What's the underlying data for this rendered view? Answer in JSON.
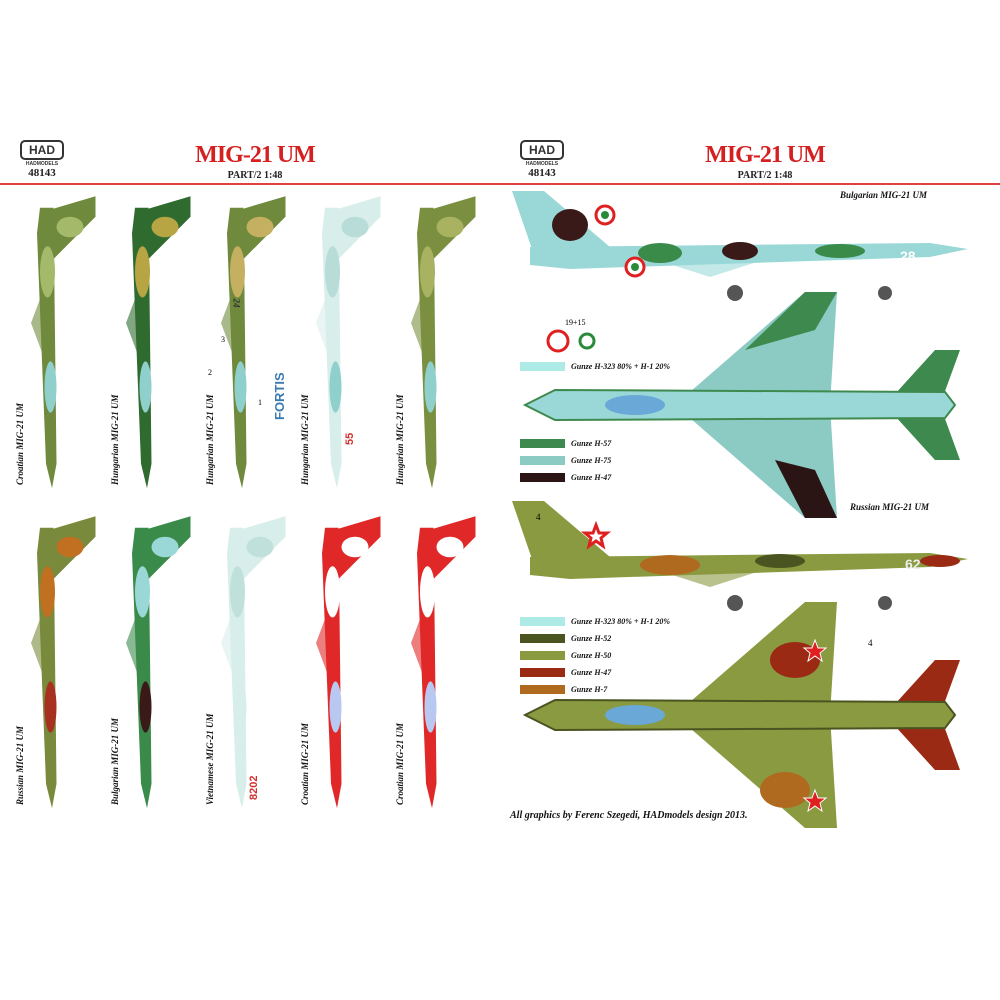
{
  "header": {
    "logo": "HAD",
    "logo_sub": "HADMODELS",
    "code": "48143",
    "title": "MIG-21 UM",
    "subtitle": "PART/2  1:48"
  },
  "left": {
    "top_row": [
      {
        "label": "Croatian MIG-21 UM",
        "colors": [
          "#6f8a3c",
          "#a4b96a",
          "#8fd0cc"
        ]
      },
      {
        "label": "Hungarian MIG-21 UM",
        "colors": [
          "#2f6b2f",
          "#b7a544",
          "#8fd0cc"
        ]
      },
      {
        "label": "Hungarian MIG-21 UM",
        "colors": [
          "#6f8a3c",
          "#c4b060",
          "#8fd0cc"
        ]
      },
      {
        "label": "Hungarian MIG-21 UM",
        "colors": [
          "#d8eeea",
          "#b8dcd8",
          "#8fd0cc"
        ]
      },
      {
        "label": "Hungarian MIG-21 UM",
        "colors": [
          "#7a9040",
          "#a8b260",
          "#8fd0cc"
        ]
      }
    ],
    "bottom_row": [
      {
        "label": "Russian MIG-21 UM",
        "colors": [
          "#7a8a3c",
          "#c07020",
          "#a83020"
        ]
      },
      {
        "label": "Bulgarian MIG-21 UM",
        "colors": [
          "#3a8a4a",
          "#9ad8d8",
          "#3a1a18"
        ]
      },
      {
        "label": "Vietnamese MIG-21 UM",
        "colors": [
          "#d8eeea",
          "#c0e0dc",
          "#d8eeea"
        ]
      },
      {
        "label": "Croatian MIG-21 UM",
        "colors": [
          "#e02828",
          "#ffffff",
          "#b8c8f0"
        ]
      },
      {
        "label": "Croatian MIG-21 UM",
        "colors": [
          "#e02828",
          "#ffffff",
          "#b8c8f0"
        ]
      }
    ],
    "annotations": {
      "n24": "24",
      "n3": "3",
      "n2": "2",
      "n1": "1",
      "fortis": "FORTIS",
      "code_55": "55",
      "code_8202": "8202",
      "code_28": "28"
    }
  },
  "right": {
    "bulgarian_title": "Bulgarian MIG-21 UM",
    "bulgarian_code": "28",
    "roundel_label": "19+15",
    "bulgarian_legend": [
      {
        "label": "Gunze H-323 80% + H-1 20%",
        "color": "#aeeae6"
      },
      {
        "label": "Gunze H-57",
        "color": "#3e8a4e"
      },
      {
        "label": "Gunze H-75",
        "color": "#8ccac4"
      },
      {
        "label": "Gunze H-47",
        "color": "#2a1414"
      }
    ],
    "russian_title": "Russian MIG-21 UM",
    "russian_code": "62",
    "callout": "4",
    "russian_legend": [
      {
        "label": "Gunze H-323 80% + H-1 20%",
        "color": "#aeeae6"
      },
      {
        "label": "Gunze H-52",
        "color": "#4a5420"
      },
      {
        "label": "Gunze H-50",
        "color": "#8a9a40"
      },
      {
        "label": "Gunze H-47",
        "color": "#9a2a14"
      },
      {
        "label": "Gunze H-7",
        "color": "#b06a20"
      }
    ],
    "credit": "All graphics by Ferenc Szegedi, HADmodels design 2013."
  }
}
